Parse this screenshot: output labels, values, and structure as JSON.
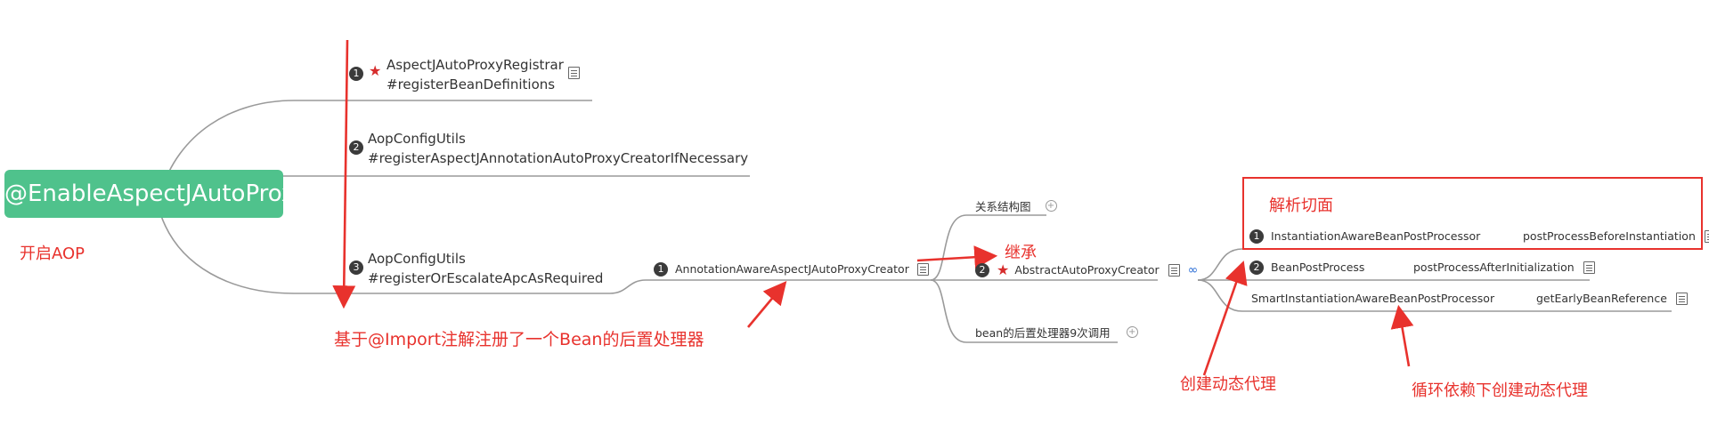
{
  "root": {
    "label": "@EnableAspectJAutoProxy"
  },
  "root_note": "开启AOP",
  "branches": [
    {
      "num": "1",
      "line1": "AspectJAutoProxyRegistrar",
      "line2": "#registerBeanDefinitions"
    },
    {
      "num": "2",
      "line1": "AopConfigUtils",
      "line2": "#registerAspectJAnnotationAutoProxyCreatorIfNecessary"
    },
    {
      "num": "3",
      "line1": "AopConfigUtils",
      "line2": "#registerOrEscalateApcAsRequired"
    }
  ],
  "creator": {
    "num": "1",
    "label": "AnnotationAwareAspectJAutoProxyCreator"
  },
  "sub": {
    "relation": "关系结构图",
    "abstract_num": "2",
    "abstract": "AbstractAutoProxyCreator",
    "bean_calls": "bean的后置处理器9次调用"
  },
  "processors": [
    {
      "num": "1",
      "name": "InstantiationAwareBeanPostProcessor",
      "method": "postProcessBeforeInstantiation"
    },
    {
      "num": "2",
      "name": "BeanPostProcess",
      "method": "postProcessAfterInitialization"
    },
    {
      "num": "",
      "name": "SmartInstantiationAwareBeanPostProcessor",
      "method": "getEarlyBeanReference"
    }
  ],
  "annotations": {
    "import_note": "基于@Import注解注册了一个Bean的后置处理器",
    "inherit": "继承",
    "parse_aspect": "解析切面",
    "create_proxy": "创建动态代理",
    "circular_proxy": "循环依赖下创建动态代理"
  },
  "colors": {
    "root": "#4fc28c",
    "annotation": "#e8322d",
    "line": "#999999"
  }
}
